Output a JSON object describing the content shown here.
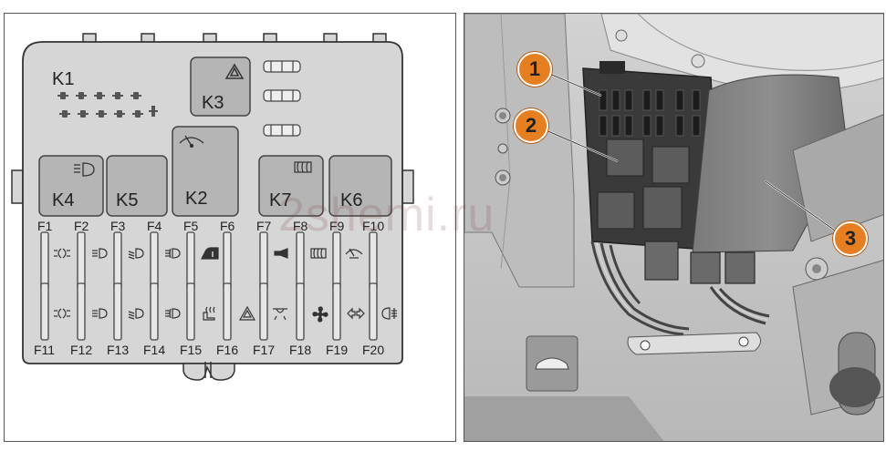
{
  "relays": [
    {
      "id": "K1",
      "label": "K1"
    },
    {
      "id": "K3",
      "label": "K3",
      "icon": "hazard-triangle-icon"
    },
    {
      "id": "K2",
      "label": "K2",
      "icon": "wiper-icon"
    },
    {
      "id": "K4",
      "label": "K4",
      "icon": "headlight-icon"
    },
    {
      "id": "K5",
      "label": "K5"
    },
    {
      "id": "K7",
      "label": "K7",
      "icon": "rear-defrost-icon"
    },
    {
      "id": "K6",
      "label": "K6"
    }
  ],
  "fuses_top": [
    "F1",
    "F2",
    "F3",
    "F4",
    "F5",
    "F6",
    "F7",
    "F8",
    "F9",
    "F10"
  ],
  "fuses_bottom": [
    "F11",
    "F12",
    "F13",
    "F14",
    "F15",
    "F16",
    "F17",
    "F18",
    "F19",
    "F20"
  ],
  "fuse_icons_top": [
    "parking-light-icon",
    "high-beam-icon",
    "low-beam-icon",
    "fog-light-icon",
    "power-window-icon",
    "",
    "horn-icon",
    "rear-defrost-icon",
    "wiper-icon",
    ""
  ],
  "fuse_icons_bottom": [
    "parking-light-icon",
    "high-beam-icon",
    "low-beam-icon",
    "fog-light-icon",
    "seat-heater-icon",
    "hazard-icon",
    "interior-light-icon",
    "fan-icon",
    "turn-signal-icon",
    "rear-fog-icon"
  ],
  "callouts": [
    {
      "number": "1"
    },
    {
      "number": "2"
    },
    {
      "number": "3"
    }
  ],
  "watermark": "2shemi.ru",
  "colors": {
    "box_fill": "#d6d6d6",
    "relay_fill": "#b5b5b5",
    "badge": "#e67e22"
  }
}
